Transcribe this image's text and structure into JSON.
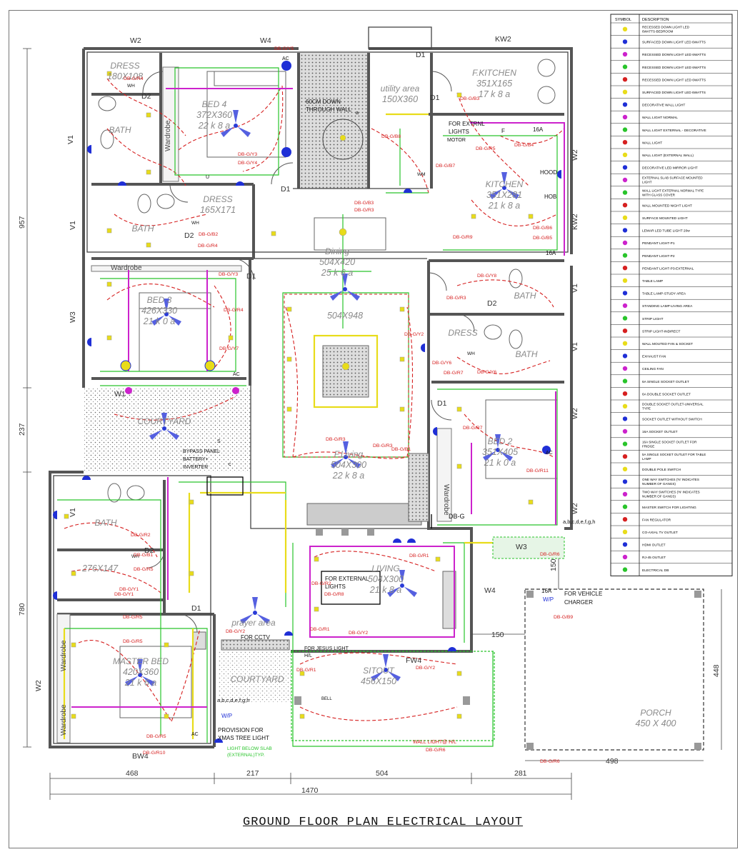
{
  "title": "GROUND FLOOR PLAN ELECTRICAL LAYOUT",
  "rooms": [
    {
      "id": "bed4",
      "name": "BED 4",
      "size": "372X360",
      "load": "22 k 8 a"
    },
    {
      "id": "dress1",
      "name": "DRESS",
      "size": "180X108"
    },
    {
      "id": "bath1",
      "name": "BATH"
    },
    {
      "id": "utility",
      "name": "utility area",
      "size": "150X360"
    },
    {
      "id": "fkitchen",
      "name": "F.KITCHEN",
      "size": "351X165",
      "load": "17 k 8 a"
    },
    {
      "id": "kitchen",
      "name": "KITCHEN",
      "size": "351X281",
      "load": "21 k 8 a"
    },
    {
      "id": "dress2",
      "name": "DRESS",
      "size": "165X171"
    },
    {
      "id": "bath2",
      "name": "BATH"
    },
    {
      "id": "dining",
      "name": "Dining",
      "size": "504X420",
      "load": "25 k 6 a"
    },
    {
      "id": "bed3",
      "name": "BED 3",
      "size": "426X330",
      "load": "21 k 0 a"
    },
    {
      "id": "hall",
      "size": "504X948"
    },
    {
      "id": "bath3",
      "name": "BATH"
    },
    {
      "id": "dress3",
      "name": "DRESS"
    },
    {
      "id": "bath4",
      "name": "BATH"
    },
    {
      "id": "courtyard1",
      "name": "COURTYARD"
    },
    {
      "id": "fliving",
      "name": "F.Living",
      "size": "504X300",
      "load": "22 k 8 a"
    },
    {
      "id": "bed2",
      "name": "BED 2",
      "size": "351X405",
      "load": "21 k 0 a"
    },
    {
      "id": "bath5",
      "name": "BATH"
    },
    {
      "id": "dress4",
      "size": "276X147"
    },
    {
      "id": "living",
      "name": "LIVING",
      "size": "504X300",
      "load": "21 k 8 a"
    },
    {
      "id": "masterbed",
      "name": "MASTER BED",
      "size": "420X360",
      "load": "21 k 6 a"
    },
    {
      "id": "prayer",
      "name": "prayer area"
    },
    {
      "id": "courtyard2",
      "name": "COURTYARD"
    },
    {
      "id": "sitout",
      "name": "SITOUT",
      "size": "456X150"
    },
    {
      "id": "porch",
      "name": "PORCH",
      "size": "450 X 400"
    }
  ],
  "labels": {
    "slab_down": "60CM DOWN THROUGH WALL",
    "wardrobe": "Wardrobe",
    "ext_lights": "FOR EXTRNL LIGHTS",
    "motor": "MOTOR",
    "hood": "HOOD",
    "hob": "HOB",
    "bypass": "BYPASS PANEL BATTERY+ INVERTER",
    "for_ext": "FOR EXTERNAL LIGHTS",
    "cctv": "FOR CCTV",
    "jesus": "FOR JESUS LIGHT",
    "xmas": "PROVISION FOR XMAS TREE LIGHT",
    "slab_light": "LIGHT BELOW SLAB (EXTERNAL)TYP.",
    "wall_light": "WALL LIGHT@ H/L",
    "charger": "FOR VEHICLE CHARGER",
    "db_g": "DB-G",
    "gangs": "a,b,c,d,e,f,g,h",
    "gangs2": "a,b,c,d,e,f,g,h"
  },
  "windows": [
    "W2",
    "W4",
    "KW2",
    "V1",
    "W3",
    "W1",
    "W2",
    "V1",
    "V1",
    "W2",
    "BW4",
    "FW4",
    "W3",
    "W4",
    "V1",
    "V1",
    "W2",
    "W2",
    "KW2",
    "D1",
    "D2",
    "D1",
    "D1",
    "D1",
    "D2",
    "D1",
    "D2",
    "D1",
    "D2"
  ],
  "dimensions": {
    "left": [
      "957",
      "237",
      "780"
    ],
    "bottom": [
      "468",
      "217",
      "504",
      "281"
    ],
    "total": "1470",
    "porch_w": "498",
    "porch_h": "448",
    "gap1": "150",
    "gap2": "150"
  },
  "legend": {
    "header": [
      "SYMBOL",
      "DESCRIPTION"
    ],
    "rows": [
      "RECESSED DOWN LIGHT LED 6WATTS-BEDROOM",
      "SURFACED DOWN LIGHT LED 6WATTS",
      "RECESSED DOWN LIGHT LED 6WATTS",
      "RECESSED DOWN LIGHT LED 6WATTS",
      "RECESSED DOWN LIGHT LED 6WATTS",
      "SURFACED DOWN LIGHT LED 6WATTS",
      "DECORATIVE WALL LIGHT",
      "WALL LIGHT NORMAL",
      "WALL LIGHT EXTERNAL - DECORATIVE",
      "WALL LIGHT",
      "WALL LIGHT (EXTERNAL WALL)",
      "DECORATIVE LED MIRROR LIGHT",
      "EXTERNAL SLAB SURFACE MOUNTED LIGHT",
      "WALL LIGHT EXTERNAL NORMAL TYPE WITH GLASS COVER",
      "WALL MOUNTED NIGHT LIGHT",
      "SURFACE MOUNTED LIGHT",
      "LEMAR LED TUBE LIGHT 20w",
      "PENDANT LIGHT-P1",
      "PENDANT LIGHT-P2",
      "PENDANT LIGHT-P3-EXTERNAL",
      "TABLE LAMP",
      "TABLE LAMP-STUDY AREA",
      "STANDING LAMP-LIVING AREA",
      "STRIP LIGHT",
      "STRIP LIGHT-INDIRECT",
      "WALL MOUTED FAN & SOCKET",
      "EXHAUST FAN",
      "CEILING FAN",
      "6A SINGLE SOCKET OUTLET",
      "6A DOUBLE SOCKET OUTLET",
      "DOUBLE SOCKET OUTLET-UNIVERSAL TYPE",
      "SOCKET OUTLET WITHOUT SWITCH",
      "16A SOCKET OUTLET",
      "16A SINGLE SOCKET OUTLET FOR FRIDGE",
      "5A SINGLE SOCKET OUTLET FOR TABLE LAMP",
      "DOUBLE POLE SWITCH",
      "ONE WAY SWITCHES ('N' INDICATES NUMBER OF GANGS)",
      "TWO WAY SWITCHES ('N' INDICATES NUMBER OF GANGS)",
      "MASTER SWITCH FOR LIGHTING",
      "FAN REGULATOR",
      "CO-AXIAL TV OUTLET",
      "HDMI OUTLET",
      "RJ-45 OUTLET",
      "ELECTRICAL DB"
    ]
  },
  "circuits": [
    "DB-G/Y5",
    "DB-G/R4",
    "DB-G/B3",
    "DB-G/B8",
    "DB-G/R5",
    "DB-G/Y3",
    "DB-G/Y4",
    "DB-G/B4",
    "DB-G/B3",
    "DB-G/R3",
    "DB-G/B2",
    "DB-G/R4",
    "DB-G/B7",
    "DB-G/R9",
    "DB-G/B6",
    "DB-G/B5",
    "DB-G/Y3",
    "DB-G/R4",
    "DB-G/Y7",
    "DB-G/Y2",
    "DB-G/Y8",
    "DB-G/R3",
    "DB-G/Y6",
    "DB-G/R7",
    "DB-G/Y6",
    "DB-G/R3",
    "DB-G/R3",
    "DB-G/B1",
    "DB-G/R7",
    "DB-G/R11",
    "DB-G/R1",
    "DB-G/R2",
    "DB-G/R8",
    "DB-G/Y1",
    "DB-G/R5",
    "DB-G/R5",
    "DB-G/R1",
    "DB-G/Y2",
    "DB-G/R1",
    "DB-G/Y2",
    "DB-G/R6",
    "DB-G/R6",
    "DB-G/B9",
    "DB-G/R5",
    "DB-G/R10",
    "DB-G/Y2",
    "DB-G/R6",
    "DB-G/R2",
    "DB-G/B1",
    "DB-G/R5",
    "DB-G/Y1"
  ],
  "colors": {
    "wall": "#555555",
    "red": "#d62020",
    "green": "#29c42b",
    "yellow": "#e8dc1a",
    "magenta": "#cc22cc",
    "blue": "#1f2fd6",
    "cyan": "#22c4d8",
    "grey": "#9a9a9a"
  },
  "switch_labels": {
    "a": "a",
    "c": "c",
    "u": "U",
    "s": "S",
    "wh": "WH",
    "wm": "WM",
    "ac": "AC",
    "f": "F",
    "wp": "W/P",
    "amp": "16A",
    "hl": "H/L",
    "bell": "BELL"
  }
}
